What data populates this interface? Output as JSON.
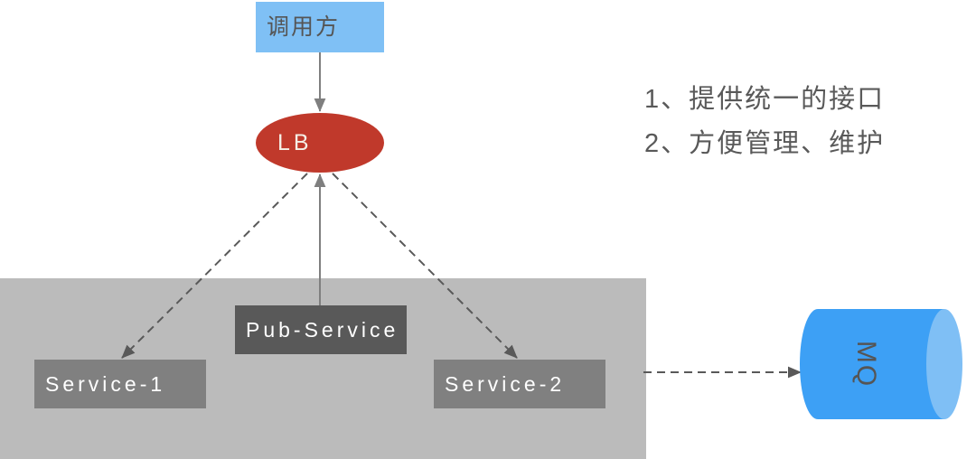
{
  "diagram": {
    "title": "Service architecture with LB, Pub-Service and MQ",
    "backdrop_color": "#bbbbbb"
  },
  "nodes": {
    "caller": {
      "label": "调用方",
      "shape": "rectangle",
      "fill": "#7fc0f5",
      "text_color": "#555555"
    },
    "lb": {
      "label": "LB",
      "shape": "ellipse",
      "fill": "#c0392b",
      "text_color": "#f5efe6"
    },
    "pub_service": {
      "label": "Pub-Service",
      "shape": "rectangle",
      "fill": "#595959",
      "text_color": "#ffffff"
    },
    "service_1": {
      "label": "Service-1",
      "shape": "rectangle",
      "fill": "#808080",
      "text_color": "#ffffff"
    },
    "service_2": {
      "label": "Service-2",
      "shape": "rectangle",
      "fill": "#808080",
      "text_color": "#ffffff"
    },
    "mq": {
      "label": "MQ",
      "shape": "cylinder",
      "fill": "#3da0f5",
      "cap_fill": "#7fbff5",
      "text_color": "#555555"
    }
  },
  "connectors": [
    {
      "name": "caller-to-lb",
      "from": "caller",
      "to": "lb",
      "style": "solid",
      "arrow": "end",
      "color": "#7f7f7f"
    },
    {
      "name": "pub-service-to-lb",
      "from": "pub_service",
      "to": "lb",
      "style": "solid",
      "arrow": "end",
      "color": "#7f7f7f"
    },
    {
      "name": "lb-to-service-1",
      "from": "lb",
      "to": "service_1",
      "style": "dashed",
      "arrow": "end",
      "color": "#595959"
    },
    {
      "name": "lb-to-service-2",
      "from": "lb",
      "to": "service_2",
      "style": "dashed",
      "arrow": "end",
      "color": "#595959"
    },
    {
      "name": "service-2-to-mq",
      "from": "service_2",
      "to": "mq",
      "style": "dashed",
      "arrow": "end",
      "color": "#595959"
    }
  ],
  "annotations": {
    "lines": [
      "1、提供统一的接口",
      "2、方便管理、维护"
    ],
    "text_color": "#595959"
  }
}
